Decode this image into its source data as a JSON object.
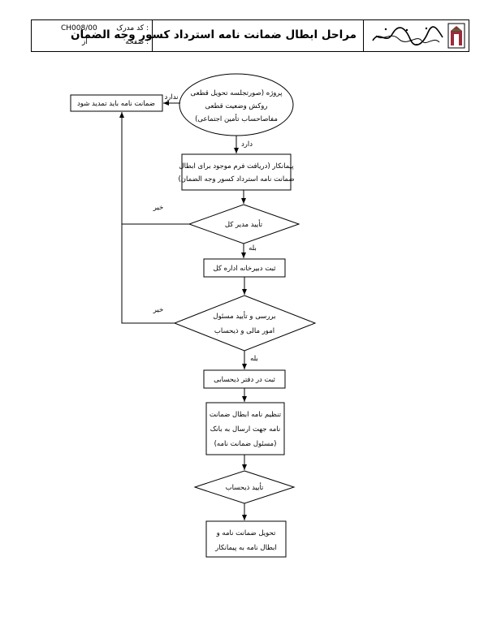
{
  "header": {
    "title": "مراحل ابطال ضمانت نامه استرداد کسور وجه الضمان",
    "code_label": "کد مدرک :",
    "code_value": "CH008/00",
    "page_label": "صفحه :",
    "of_label": "از",
    "logo_icon": "organization-logo-icon"
  },
  "nodes": {
    "start": [
      "پروژه (صورتجلسه تحویل قطعی",
      "روکش وضعیت قطعی",
      "مفاصاحساب تأمین اجتماعی)"
    ],
    "renew": "ضمانت نامه باید تمدید شود",
    "contractor": [
      "پیمانکار (دریافت فرم موجود برای ابطال",
      "ضمانت نامه استرداد کسور وجه الضمان)"
    ],
    "gm_approval": "تأیید مدیر کل",
    "register": "ثبت دبیرخانه اداره کل",
    "review": [
      "بررسی و تأیید مسئول",
      "امور مالی و ذیحساب"
    ],
    "ledger": "ثبت در دفتر ذیحسابی",
    "prepare": [
      "تنظیم نامه ابطال ضمانت",
      "نامه جهت ارسال به بانک",
      "(مسئول ضمانت نامه)"
    ],
    "accountant_approval": "تأیید ذیحساب",
    "deliver": [
      "تحویل ضمانت نامه و",
      "ابطال نامه به پیمانکار"
    ]
  },
  "edges": {
    "has_not": "ندارد",
    "has": "دارد",
    "no_1": "خیر",
    "yes_1": "بله",
    "no_2": "خیر",
    "yes_2": "بله"
  }
}
